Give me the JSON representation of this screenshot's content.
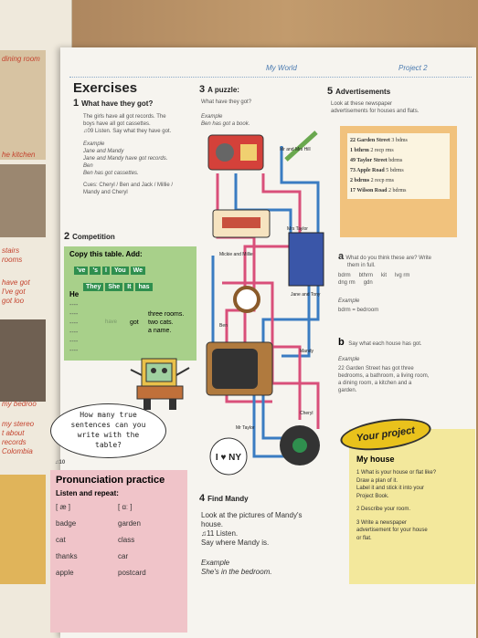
{
  "header": {
    "left": "My World",
    "right": "Project 2"
  },
  "left_page": {
    "labels": [
      "dining room",
      "he kitchen",
      "stairs",
      "rooms",
      "have got",
      "I've got",
      "got loo",
      "my bedroo",
      "my stereo",
      "t about",
      "records",
      "Colombia"
    ]
  },
  "exercises": {
    "title": "Exercises",
    "s1": {
      "num": "1",
      "title": "What have they got?",
      "intro": [
        "The girls have all got records. The",
        "boys have all got cassettes."
      ],
      "tape": "09",
      "listen": "Listen. Say what they have got.",
      "example_label": "Example",
      "example_lines": [
        "Jane and Mandy",
        "Jane and Mandy have got records.",
        "Ben",
        "Ben has got cassettes."
      ],
      "cues": [
        "Cues: Cheryl / Ben and Jack / Millie /",
        "Mandy and Cheryl"
      ]
    },
    "s2": {
      "num": "2",
      "title": "Competition",
      "copy": "Copy this table. Add:",
      "words1": [
        "'ve",
        "'s",
        "I",
        "You",
        "We"
      ],
      "words2": [
        "They",
        "She",
        "It",
        "has"
      ],
      "he": "He",
      "got": "got",
      "items": [
        "three rooms.",
        "two cats.",
        "a name."
      ],
      "have": "have"
    },
    "bubble": [
      "How many true",
      "sentences can you",
      "write with the",
      "table?"
    ],
    "tape2": "10"
  },
  "pron": {
    "title": "Pronunciation practice",
    "listen": "Listen and repeat:",
    "headers": [
      "[ æ ]",
      "[ ɑː ]"
    ],
    "rows": [
      [
        "badge",
        "garden"
      ],
      [
        "cat",
        "class"
      ],
      [
        "thanks",
        "car"
      ],
      [
        "apple",
        "postcard"
      ]
    ]
  },
  "puzzle": {
    "num": "3",
    "title": "A puzzle:",
    "q": "What have they got?",
    "example_label": "Example",
    "example": "Ben has got a book.",
    "labels": [
      "Mr and Mrs Hill",
      "Mrs Taylor",
      "Mickie and Millie",
      "Jane and Tony",
      "Ben",
      "Mandy",
      "Cheryl",
      "Mr Taylor"
    ],
    "badge_text": "I ♥ NY"
  },
  "mandy": {
    "num": "4",
    "title": "Find Mandy",
    "lines": [
      "Look at the pictures of Mandy's",
      "house."
    ],
    "tape": "11",
    "listen": "Listen.",
    "say": "Say where Mandy is.",
    "example_label": "Example",
    "example": "She's in the bedroom."
  },
  "ads": {
    "num": "5",
    "title": "Advertisements",
    "intro": [
      "Look at these newspaper",
      "advertisements for houses and flats."
    ],
    "listing": [
      [
        "22 Garden Street",
        "3 bdms"
      ],
      [
        "1 bthrm",
        "2 recp rms"
      ],
      [
        "49 Taylor Street",
        "bdrms"
      ],
      [
        "73 Apple Road",
        "5 bdrms"
      ],
      [
        "2 bdrms",
        "2 recp rms"
      ],
      [
        "17 Wilson Road",
        "2 bdrms"
      ]
    ],
    "a_label": "a",
    "a_text": [
      "What do you think these are? Write",
      "them in full."
    ],
    "abbr": [
      "bdrm",
      "bthrm",
      "kit",
      "lvg rm",
      "dng rm",
      "gdn"
    ],
    "a_example_label": "Example",
    "a_example": "bdrm = bedroom",
    "b_label": "b",
    "b_text": "Say what each house has got.",
    "b_example_label": "Example",
    "b_example": [
      "22 Garden Street has got three",
      "bedrooms, a bathroom, a living room,",
      "a dining room, a kitchen and a",
      "garden."
    ]
  },
  "project": {
    "banner": "Your project",
    "title": "My house",
    "items": [
      "1 What is your house or flat like?",
      "Draw a plan of it.",
      "Label it and stick it into your",
      "Project Book.",
      "2 Describe your room.",
      "3 Write a newspaper",
      "advertisement for your house",
      "or flat."
    ]
  },
  "colors": {
    "accent_blue": "#4a7ab0",
    "green_box": "#a8d08a",
    "pink_box": "#f0c4c9",
    "yellow_box": "#f3e89c",
    "orange_box": "#f1c27d"
  }
}
